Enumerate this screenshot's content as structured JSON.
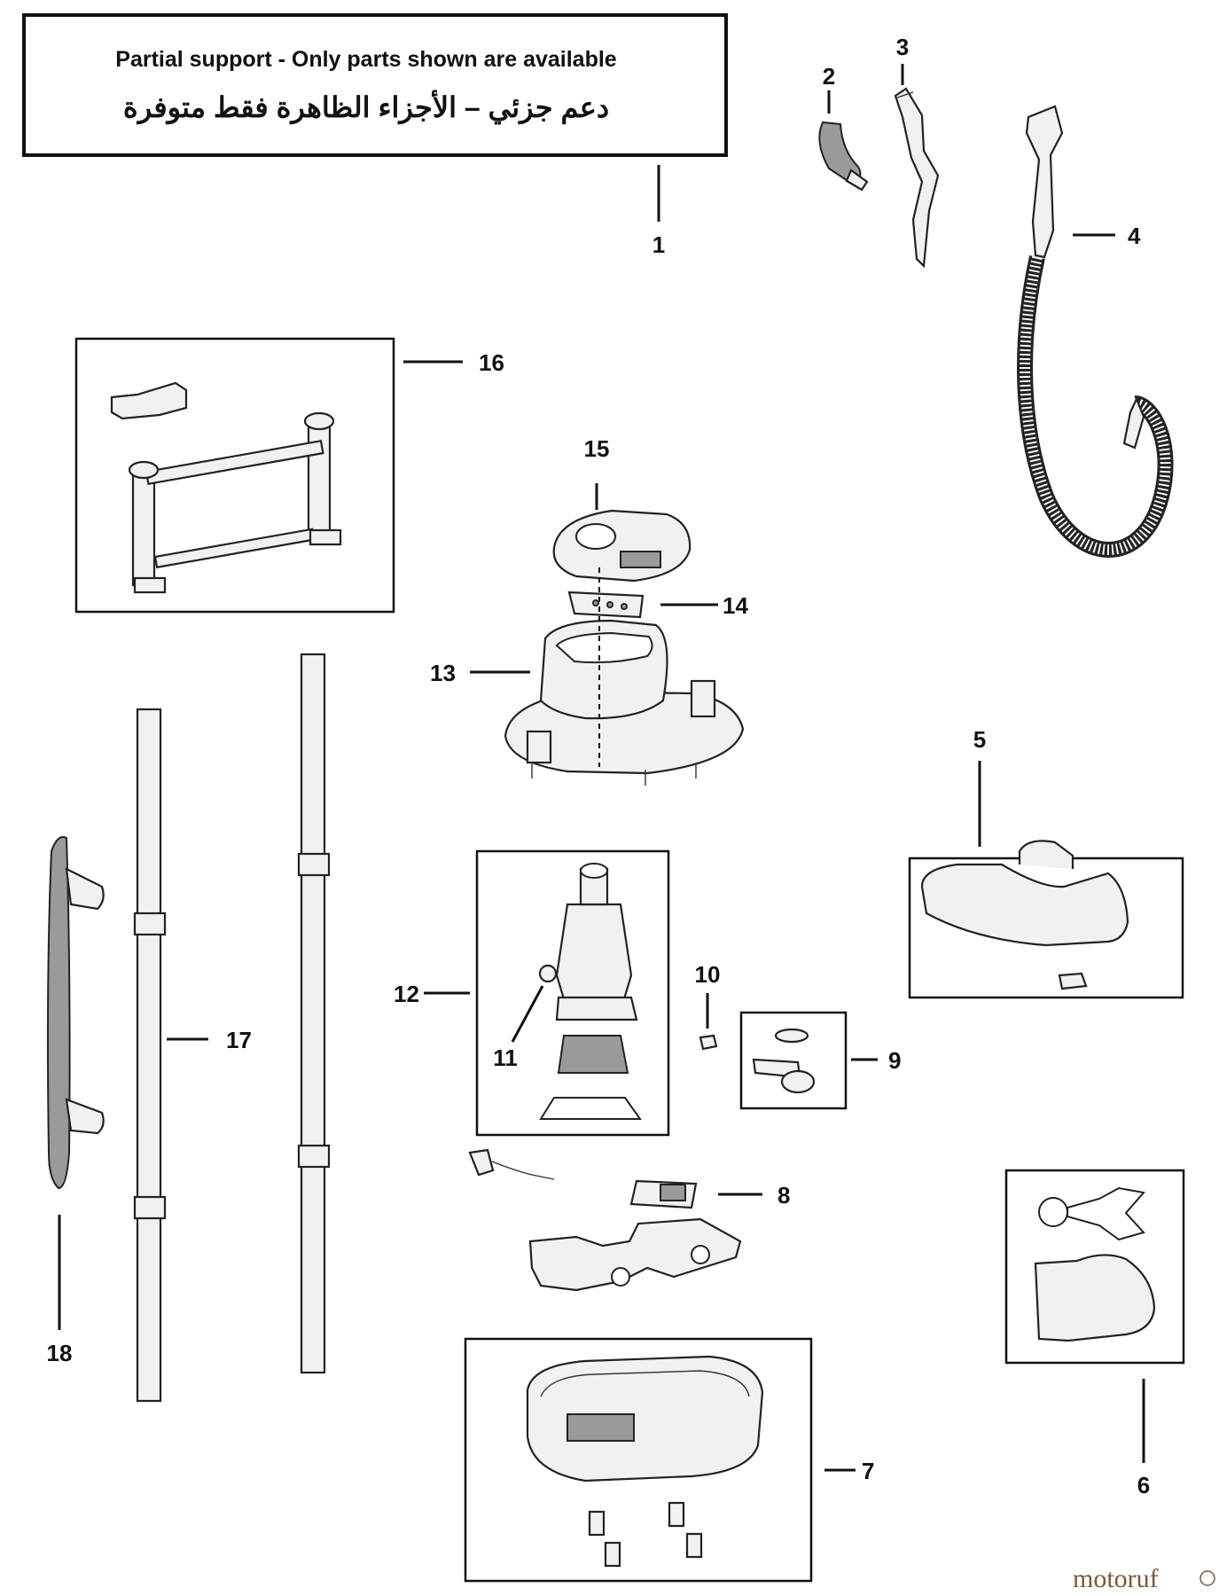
{
  "notice": {
    "english": "Partial support - Only parts shown are available",
    "arabic": "دعم جزئي – الأجزاء الظاهرة فقط متوفرة"
  },
  "callouts": {
    "p1": "1",
    "p2": "2",
    "p3": "3",
    "p4": "4",
    "p5": "5",
    "p6": "6",
    "p7": "7",
    "p8": "8",
    "p9": "9",
    "p10": "10",
    "p11": "11",
    "p12": "12",
    "p13": "13",
    "p14": "14",
    "p15": "15",
    "p16": "16",
    "p17": "17",
    "p18": "18"
  },
  "watermark": "motoruf"
}
